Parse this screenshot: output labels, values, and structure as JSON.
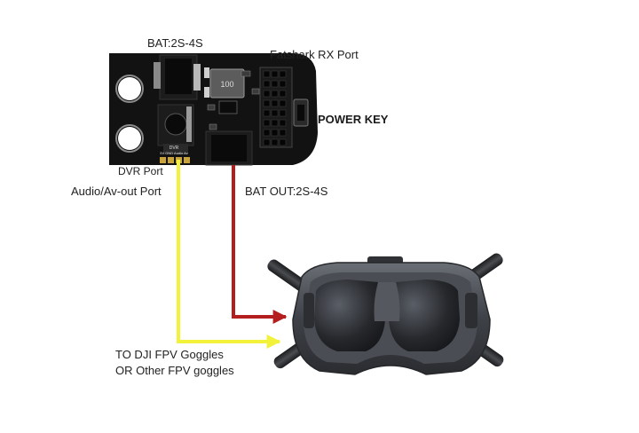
{
  "labels": {
    "bat_in": "BAT:2S-4S",
    "fatshark_port": "Fatshark RX Port",
    "power_key": "POWER KEY",
    "dvr_port": "DVR Port",
    "audio_port": "Audio/Av-out Port",
    "bat_out": "BAT OUT:2S-4S",
    "to_goggles_line1": "TO DJI FPV Goggles",
    "to_goggles_line2": "OR Other FPV goggles"
  },
  "board": {
    "inductor_marking": "100",
    "pin_header": "5V GND Audio Av",
    "dvr_silk": "DVR"
  },
  "colors": {
    "audio_wire": "#f2f23a",
    "power_wire": "#b41e1e",
    "board": "#121212",
    "goggles": "#3a3d42"
  }
}
